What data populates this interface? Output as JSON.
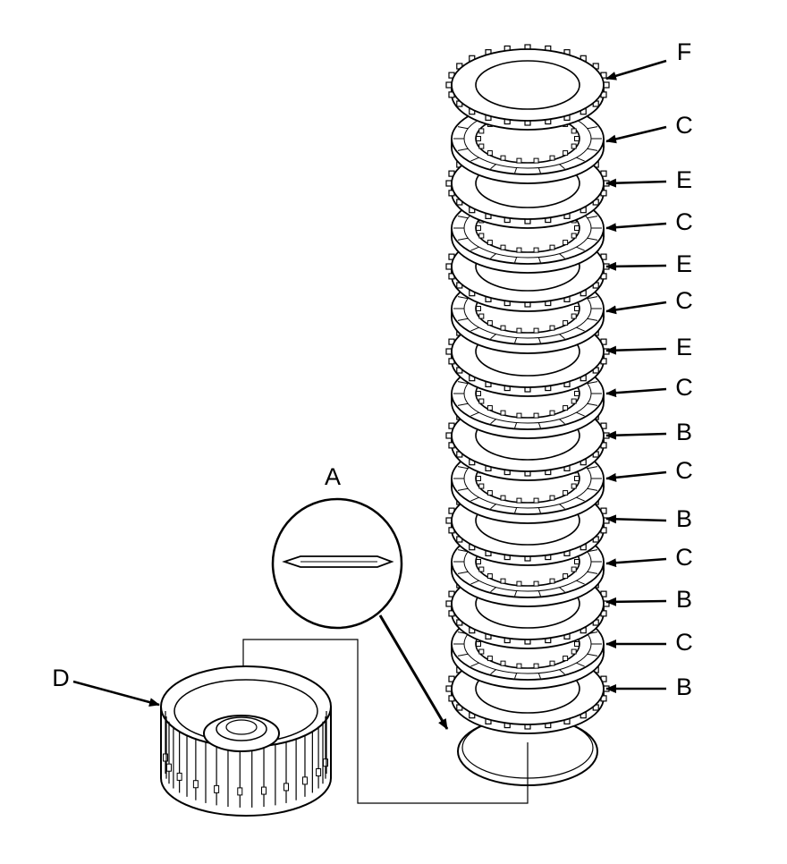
{
  "callouts": [
    {
      "id": "F",
      "text": "F"
    },
    {
      "id": "C1",
      "text": "C"
    },
    {
      "id": "E1",
      "text": "E"
    },
    {
      "id": "C2",
      "text": "C"
    },
    {
      "id": "E2",
      "text": "E"
    },
    {
      "id": "C3",
      "text": "C"
    },
    {
      "id": "E3",
      "text": "E"
    },
    {
      "id": "C4",
      "text": "C"
    },
    {
      "id": "B1",
      "text": "B"
    },
    {
      "id": "C5",
      "text": "C"
    },
    {
      "id": "B2",
      "text": "B"
    },
    {
      "id": "C6",
      "text": "C"
    },
    {
      "id": "B3",
      "text": "B"
    },
    {
      "id": "C7",
      "text": "C"
    },
    {
      "id": "B4",
      "text": "B"
    },
    {
      "id": "A",
      "text": "A"
    },
    {
      "id": "D",
      "text": "D"
    }
  ]
}
